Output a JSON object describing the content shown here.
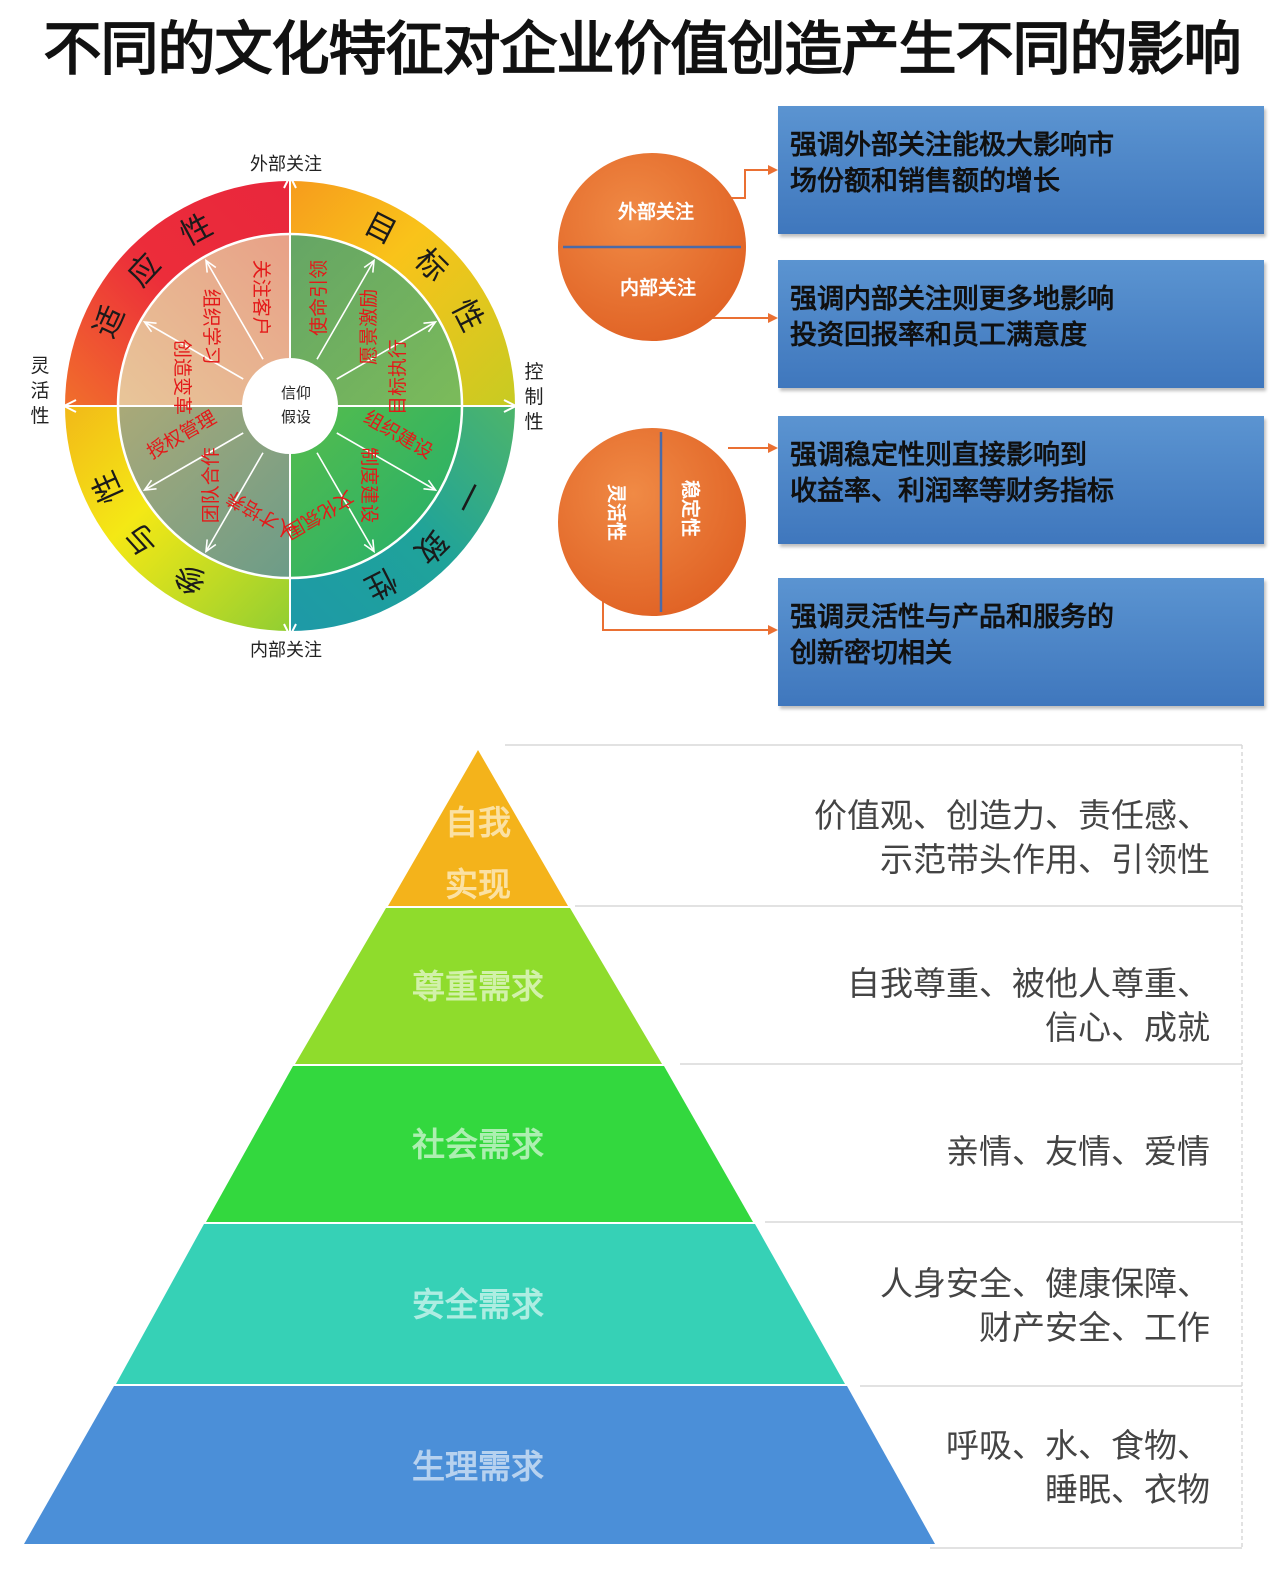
{
  "title": "不同的文化特征对企业价值创造产生不同的影响",
  "wheel": {
    "axis_top": "外部关注",
    "axis_bottom": "内部关注",
    "axis_left": [
      "灵",
      "活",
      "性"
    ],
    "axis_right": [
      "控",
      "制",
      "性"
    ],
    "center": [
      "信仰",
      "假设"
    ],
    "quadrants": [
      {
        "name": "适应性",
        "chars": [
          "适",
          "应",
          "性"
        ],
        "items": [
          "关注客户",
          "组织学习",
          "创造变革"
        ]
      },
      {
        "name": "目标性",
        "chars": [
          "目",
          "标",
          "性"
        ],
        "items": [
          "使命引领",
          "愿景激励",
          "目标执行"
        ]
      },
      {
        "name": "一致性",
        "chars": [
          "一",
          "致",
          "性"
        ],
        "items": [
          "组织建设",
          "制度建设",
          "文化氛围"
        ]
      },
      {
        "name": "参与性",
        "chars": [
          "参",
          "与",
          "性"
        ],
        "items": [
          "授权管理",
          "团队合作",
          "人才培养"
        ]
      }
    ]
  },
  "focus_circle": {
    "top": "外部关注",
    "bottom": "内部关注"
  },
  "stability_circle": {
    "left": "灵活性",
    "right": "稳定性"
  },
  "boxes": [
    {
      "lines": [
        "强调外部关注能极大影响市",
        "场份额和销售额的增长"
      ]
    },
    {
      "lines": [
        "强调内部关注则更多地影响",
        "投资回报率和员工满意度"
      ]
    },
    {
      "lines": [
        "强调稳定性则直接影响到",
        "收益率、利润率等财务指标"
      ]
    },
    {
      "lines": [
        "强调灵活性与产品和服务的",
        "创新密切相关"
      ]
    }
  ],
  "pyramid": [
    {
      "label": [
        "自我",
        "实现"
      ],
      "desc": [
        "价值观、创造力、责任感、",
        "示范带头作用、引领性"
      ]
    },
    {
      "label": [
        "尊重需求"
      ],
      "desc": [
        "自我尊重、被他人尊重、",
        "信心、成就"
      ]
    },
    {
      "label": [
        "社会需求"
      ],
      "desc": [
        "亲情、友情、爱情"
      ]
    },
    {
      "label": [
        "安全需求"
      ],
      "desc": [
        "人身安全、健康保障、",
        "财产安全、工作"
      ]
    },
    {
      "label": [
        "生理需求"
      ],
      "desc": [
        "呼吸、水、食物、",
        "睡眠、衣物"
      ]
    }
  ],
  "colors": {
    "adaptive_outer": "#e8203a",
    "goal_outer": "#f7a21b",
    "consistency_outer": "#1f9aa3",
    "participation_outer": "#f2e713",
    "orange_circle": "#ea7033",
    "info_box": "#4a83c6",
    "level_self": "#f4b31b",
    "level_esteem": "#8fdc2c",
    "level_social": "#33d83e",
    "level_safety": "#36d1b6",
    "level_physio": "#4b8fd8"
  }
}
